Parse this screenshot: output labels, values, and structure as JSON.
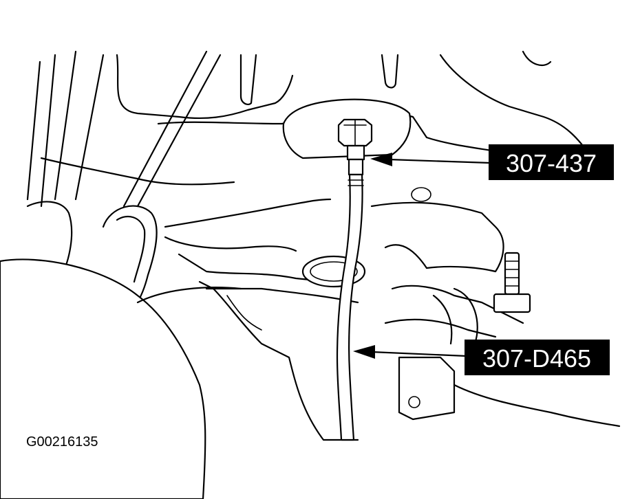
{
  "callouts": [
    {
      "label": "307-437"
    },
    {
      "label": "307-D465"
    }
  ],
  "figure_id": "G00216135"
}
